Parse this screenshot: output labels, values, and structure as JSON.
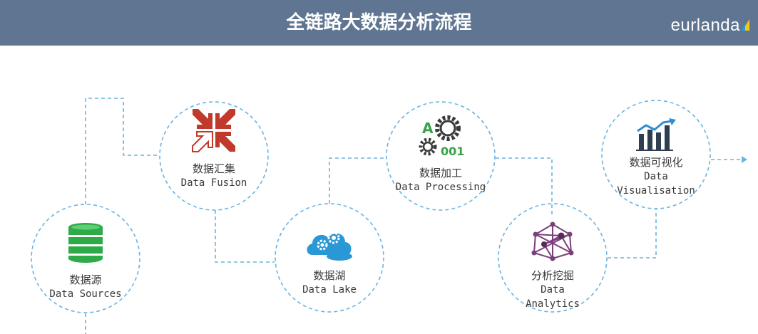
{
  "header": {
    "title": "全链路大数据分析流程",
    "logo": "eurlanda"
  },
  "colors": {
    "header_bg": "#5f7591",
    "dashed_line": "#6ab4e0",
    "fusion_red": "#c0392b",
    "db_green": "#2eaa48",
    "lake_blue": "#2b98d6",
    "gear_green": "#3aa14a",
    "analytics_purple": "#7b3f7a",
    "viz_blue": "#2d8fd3",
    "viz_dark": "#2d3e50"
  },
  "nodes": [
    {
      "cn": "数据源",
      "en": "Data Sources",
      "icon": "database-icon"
    },
    {
      "cn": "数据汇集",
      "en": "Data Fusion",
      "icon": "arrows-converge-icon"
    },
    {
      "cn": "数据湖",
      "en": "Data Lake",
      "icon": "cloud-gears-icon"
    },
    {
      "cn": "数据加工",
      "en": "Data Processing",
      "icon": "gears-binary-icon",
      "icon_text_a": "A",
      "icon_text_001": "001"
    },
    {
      "cn": "分析挖掘",
      "en": "Data Analytics",
      "en_line1": "Data",
      "en_line2": "Analytics",
      "icon": "network-graph-icon"
    },
    {
      "cn": "数据可视化",
      "en": "Data Visualisation",
      "en_line1": "Data",
      "en_line2": "Visualisation",
      "icon": "bar-chart-icon"
    }
  ]
}
